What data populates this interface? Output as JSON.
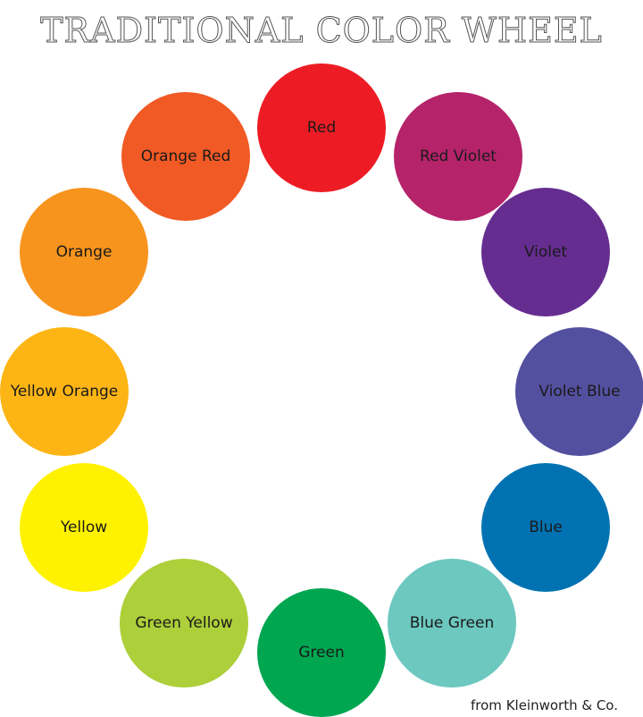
{
  "title": "TRADITIONAL COLOR WHEEL",
  "credit": "from Kleinworth & Co.",
  "colors": [
    {
      "label": "Red",
      "hex": "#ED1C24"
    },
    {
      "label": "Red Violet",
      "hex": "#B5236A"
    },
    {
      "label": "Violet",
      "hex": "#662D91"
    },
    {
      "label": "Violet Blue",
      "hex": "#5450A0"
    },
    {
      "label": "Blue",
      "hex": "#0072B2"
    },
    {
      "label": "Blue Green",
      "hex": "#6DC8BF"
    },
    {
      "label": "Green",
      "hex": "#00A650"
    },
    {
      "label": "Green Yellow",
      "hex": "#ADCF3A"
    },
    {
      "label": "Yellow",
      "hex": "#FFF200"
    },
    {
      "label": "Yellow Orange",
      "hex": "#FDB515"
    },
    {
      "label": "Orange",
      "hex": "#F7941D"
    },
    {
      "label": "Orange Red",
      "hex": "#F15A24"
    }
  ]
}
